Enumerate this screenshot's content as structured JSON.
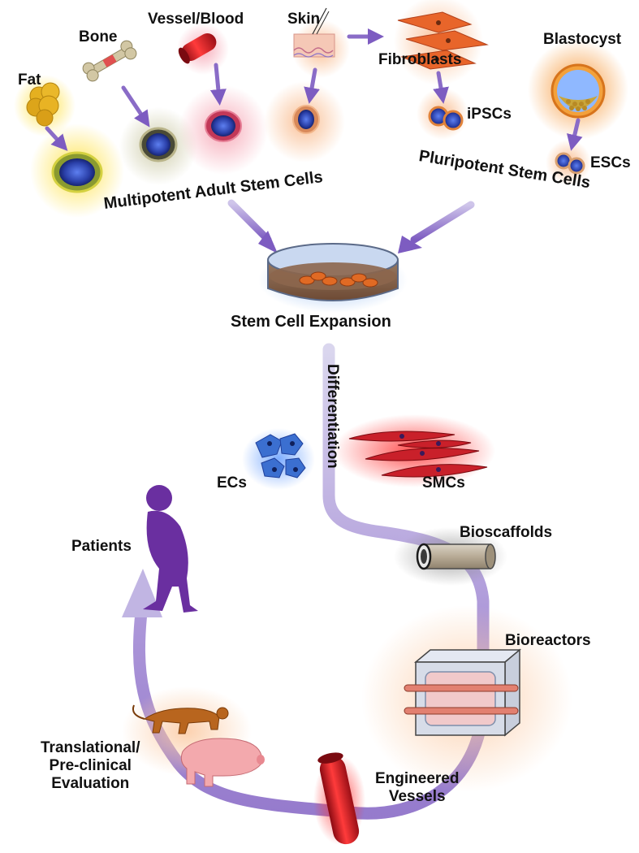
{
  "sources": {
    "fat": "Fat",
    "bone": "Bone",
    "vessel_blood": "Vessel/Blood",
    "skin": "Skin",
    "fibroblasts": "Fibroblasts",
    "blastocyst": "Blastocyst",
    "ipscs": "iPSCs",
    "escs": "ESCs"
  },
  "groups": {
    "multipotent": "Multipotent Adult Stem Cells",
    "pluripotent": "Pluripotent Stem Cells"
  },
  "process": {
    "expansion": "Stem Cell Expansion",
    "differentiation": "Differentiation",
    "ecs": "ECs",
    "smcs": "SMCs",
    "bioscaffolds": "Bioscaffolds",
    "bioreactors": "Bioreactors",
    "engineered_vessels": "Engineered\nVessels",
    "translational": "Translational/\nPre-clinical\nEvaluation",
    "patients": "Patients"
  },
  "colors": {
    "arrow": "#8a6cc7",
    "pathway": "#a28ad4",
    "cell_nucleus": "#2a3fa8",
    "blood_red": "#d8232a",
    "fat_yellow": "#e5b020",
    "patient_purple": "#6a2fa0",
    "smc_red": "#c9202a",
    "ec_blue": "#3b6fd0"
  }
}
